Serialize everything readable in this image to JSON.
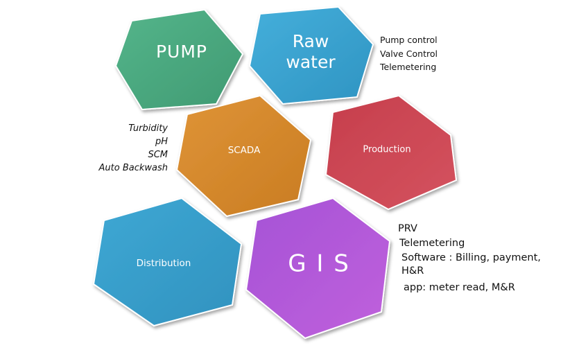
{
  "hexagons": {
    "pump": {
      "label": "PUMP",
      "color": "#4eaa82"
    },
    "raw_water": {
      "label_line1": "Raw",
      "label_line2": "water",
      "color": "#3ea6d2"
    },
    "scada": {
      "label": "SCADA",
      "color": "#d88a2e"
    },
    "production": {
      "label": "Production",
      "color": "#c94452"
    },
    "distribution": {
      "label": "Distribution",
      "color": "#3aa0cc"
    },
    "gis": {
      "label": "G I S",
      "color": "#b258d8"
    }
  },
  "notes": {
    "raw_water": [
      "Pump control",
      "Valve Control",
      "Telemetering"
    ],
    "scada": [
      "Turbidity",
      "pH",
      "SCM",
      "Auto Backwash"
    ],
    "gis": [
      "PRV",
      "Telemetering",
      "Software : Billing, payment,",
      "H&R",
      "app: meter read, M&R"
    ]
  }
}
